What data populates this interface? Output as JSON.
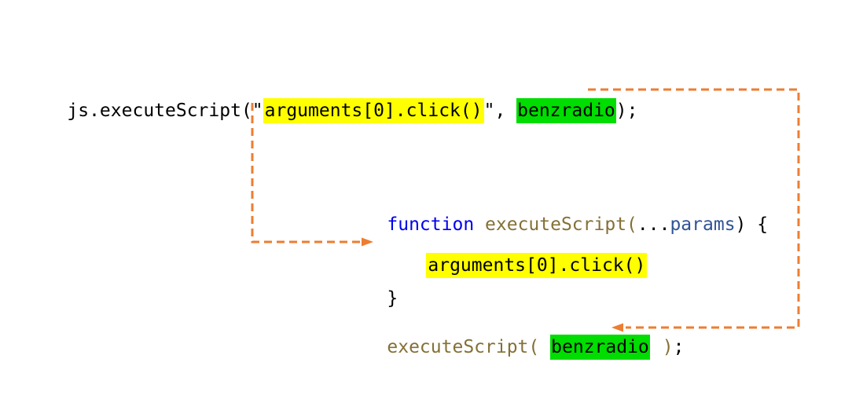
{
  "diagram": {
    "caller_line": {
      "prefix": "js.executeScript(\"",
      "script_arg": "arguments[0].click()",
      "separator": "\", ",
      "element_arg": "benzradio",
      "suffix": ");"
    },
    "function_block": {
      "keyword": "function",
      "space": " ",
      "name_open_paren": "executeScript(",
      "spread": "...",
      "param": "params",
      "close": ") {",
      "body": "arguments[0].click()",
      "closing_brace": "}"
    },
    "call_line": {
      "name_open_paren": "executeScript(",
      "space": " ",
      "argument": "benzradio",
      "close_paren": ")",
      "semicolon": ";"
    },
    "colors": {
      "keyword_blue": "#0000EE",
      "function_name_olive": "#847036",
      "parameter_blue": "#2F5496",
      "code_text": "#000000",
      "highlight_yellow": "#FFFF00",
      "highlight_green": "#00DD00",
      "arrow_orange": "#ED7D31",
      "background": "#FFFFFF"
    },
    "arrows": [
      {
        "name": "script-arg-to-function-body",
        "style": "dashed-orange",
        "direction": "down-then-right"
      },
      {
        "name": "element-arg-to-call-argument",
        "style": "dashed-orange",
        "direction": "right-down-then-left"
      }
    ]
  }
}
